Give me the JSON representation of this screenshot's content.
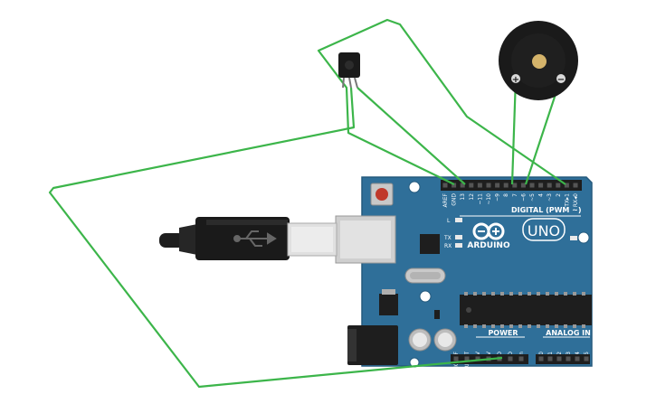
{
  "board": {
    "brand": "ARDUINO",
    "model": "UNO",
    "digital_label": "DIGITAL (PWM ~)",
    "power_label": "POWER",
    "analog_label": "ANALOG IN",
    "on_label": "ON",
    "l_label": "L",
    "tx_label": "TX",
    "rx_label": "RX",
    "digital_pins": [
      "AREF",
      "GND",
      "13",
      "12",
      "~11",
      "~10",
      "~9",
      "8",
      "7",
      "~6",
      "~5",
      "4",
      "~3",
      "2",
      "TX▸1",
      "RX◂0"
    ],
    "power_pins": [
      "IOREF",
      "RESET",
      "3.3V",
      "5V",
      "GND",
      "GND",
      "Vin"
    ],
    "analog_pins": [
      "A0",
      "A1",
      "A2",
      "A3",
      "A4",
      "A5"
    ]
  },
  "buzzer": {
    "plus": "+",
    "minus": "−"
  },
  "colors": {
    "wire": "#3cb54a",
    "board": "#2f6f99",
    "board_dark": "#255a7e",
    "header": "#1e1e1e",
    "silk": "#ffffff"
  }
}
